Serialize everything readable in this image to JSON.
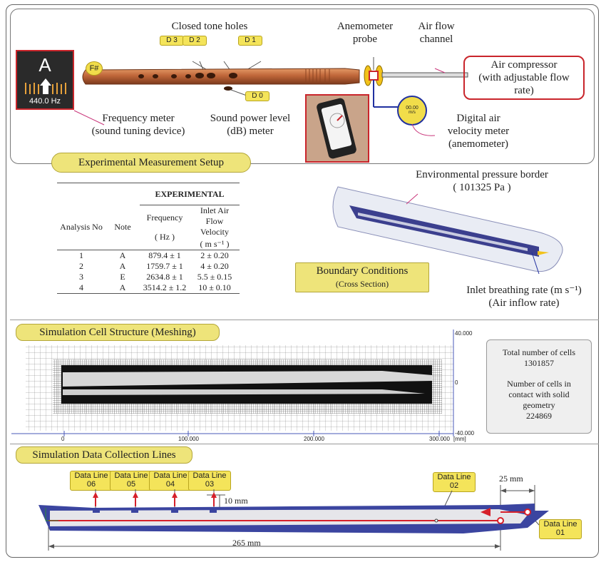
{
  "freq_meter": {
    "note": "A",
    "readout": "440.0 Hz",
    "label_line1": "Frequency meter",
    "label_line2": "(sound tuning device)"
  },
  "instrument": {
    "sharp_mark": "F#",
    "holes_title": "Closed tone holes",
    "tags": [
      "D 3",
      "D 2",
      "D 1",
      "D 0"
    ]
  },
  "anemometer_probe": {
    "line1": "Anemometer",
    "line2": "probe"
  },
  "air_channel": {
    "line1": "Air flow",
    "line2": "channel"
  },
  "compressor": {
    "line1": "Air compressor",
    "line2": "(with adjustable flow",
    "line3": "rate)"
  },
  "sound_meter": {
    "line1": "Sound power level",
    "line2": "(dB) meter"
  },
  "velocity_meter": {
    "readout": "00.00",
    "unit": "m/s",
    "line1": "Digital air",
    "line2": "velocity meter",
    "line3": "(anemometer)"
  },
  "setup_title": "Experimental Measurement Setup",
  "table": {
    "group_header": "EXPERIMENTAL",
    "col_analysis": "Analysis No",
    "col_note": "Note",
    "col_freq": "Frequency",
    "col_freq_unit": "( Hz )",
    "col_vel": "Inlet Air Flow Velocity",
    "col_vel_unit": "( m s⁻¹ )",
    "rows": [
      {
        "no": "1",
        "note": "A",
        "freq": "879.4  ± 1",
        "vel": "2  ± 0.20"
      },
      {
        "no": "2",
        "note": "A",
        "freq": "1759.7  ± 1",
        "vel": "4  ± 0.20"
      },
      {
        "no": "3",
        "note": "E",
        "freq": "2634.8  ± 1",
        "vel": "5.5  ± 0.15"
      },
      {
        "no": "4",
        "note": "A",
        "freq": "3514.2  ± 1.2",
        "vel": "10  ± 0.10"
      }
    ]
  },
  "boundary": {
    "env_line1": "Environmental pressure border",
    "env_line2": "( 101325 Pa )",
    "title": "Boundary Conditions",
    "subtitle": "(Cross Section)",
    "inlet_line1": "Inlet breathing rate (m s⁻¹)",
    "inlet_line2": "(Air inflow rate)"
  },
  "mesh": {
    "title": "Simulation Cell Structure (Meshing)",
    "x_ticks": [
      "0",
      "100.000",
      "200.000",
      "300.000"
    ],
    "x_unit": "[mm]",
    "y_ticks": [
      "40.000",
      "0",
      "-40.000"
    ],
    "stats": {
      "total_label": "Total number of cells",
      "total_value": "1301857",
      "contact_line1": "Number of cells in",
      "contact_line2": "contact with solid",
      "contact_line3": "geometry",
      "contact_value": "224869"
    }
  },
  "lines": {
    "title": "Simulation Data Collection Lines",
    "tags": [
      {
        "l1": "Data Line",
        "l2": "06"
      },
      {
        "l1": "Data Line",
        "l2": "05"
      },
      {
        "l1": "Data Line",
        "l2": "04"
      },
      {
        "l1": "Data Line",
        "l2": "03"
      },
      {
        "l1": "Data Line",
        "l2": "02"
      },
      {
        "l1": "Data Line",
        "l2": "01"
      }
    ],
    "dim_10": "10 mm",
    "dim_25": "25 mm",
    "dim_265": "265 mm"
  }
}
